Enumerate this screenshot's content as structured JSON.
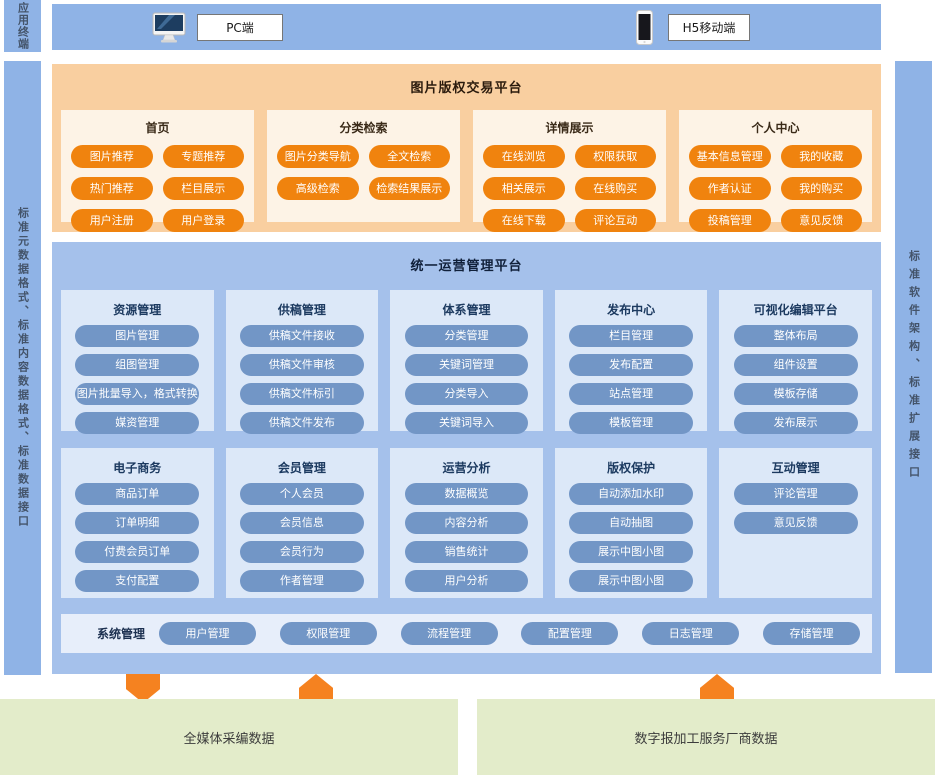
{
  "colors": {
    "bar_blue": "#8fb3e6",
    "trade_panel_bg": "#f9cfa0",
    "trade_column_bg": "#fdf3e6",
    "trade_node": "#f0830e",
    "ops_panel_bg": "#a5c1eb",
    "ops_column_bg": "#dce8f8",
    "ops_node": "#7296c6",
    "system_row_bg": "#e7eefa",
    "source_green": "#e3ecca",
    "arrow_orange": "#f58220"
  },
  "icons": {
    "pc": "desktop-monitor-icon",
    "mobile": "smartphone-icon",
    "flow_down": "down-arrow-icon",
    "flow_up": "up-arrow-icon"
  },
  "sidebars": {
    "app_terminal": "应用终端",
    "left_standard": "标准元数据格式、标准内容数据格式、标准数据接口",
    "right_standard": "标准软件架构、标准扩展接口"
  },
  "top_bar": {
    "pc": {
      "label": "PC端"
    },
    "mobile": {
      "label": "H5移动端"
    }
  },
  "trade_platform": {
    "title": "图片版权交易平台",
    "columns": [
      {
        "header": "首页",
        "items": [
          "图片推荐",
          "专题推荐",
          "热门推荐",
          "栏目展示",
          "用户注册",
          "用户登录"
        ]
      },
      {
        "header": "分类检索",
        "items": [
          "图片分类导航",
          "全文检索",
          "高级检索",
          "检索结果展示"
        ]
      },
      {
        "header": "详情展示",
        "items": [
          "在线浏览",
          "权限获取",
          "相关展示",
          "在线购买",
          "在线下载",
          "评论互动"
        ]
      },
      {
        "header": "个人中心",
        "items": [
          "基本信息管理",
          "我的收藏",
          "作者认证",
          "我的购买",
          "投稿管理",
          "意见反馈"
        ]
      }
    ]
  },
  "ops_platform": {
    "title": "统一运营管理平台",
    "row1": [
      {
        "header": "资源管理",
        "items": [
          "图片管理",
          "组图管理",
          "图片批量导入，格式转换",
          "媒资管理"
        ]
      },
      {
        "header": "供稿管理",
        "items": [
          "供稿文件接收",
          "供稿文件审核",
          "供稿文件标引",
          "供稿文件发布"
        ]
      },
      {
        "header": "体系管理",
        "items": [
          "分类管理",
          "关键词管理",
          "分类导入",
          "关键词导入"
        ]
      },
      {
        "header": "发布中心",
        "items": [
          "栏目管理",
          "发布配置",
          "站点管理",
          "模板管理"
        ]
      },
      {
        "header": "可视化编辑平台",
        "items": [
          "整体布局",
          "组件设置",
          "模板存储",
          "发布展示"
        ]
      }
    ],
    "row2": [
      {
        "header": "电子商务",
        "items": [
          "商品订单",
          "订单明细",
          "付费会员订单",
          "支付配置"
        ]
      },
      {
        "header": "会员管理",
        "items": [
          "个人会员",
          "会员信息",
          "会员行为",
          "作者管理"
        ]
      },
      {
        "header": "运营分析",
        "items": [
          "数据概览",
          "内容分析",
          "销售统计",
          "用户分析"
        ]
      },
      {
        "header": "版权保护",
        "items": [
          "自动添加水印",
          "自动抽图",
          "展示中图小图",
          "展示中图小图"
        ]
      },
      {
        "header": "互动管理",
        "items": [
          "评论管理",
          "意见反馈"
        ]
      }
    ],
    "system_row": {
      "label": "系统管理",
      "items": [
        "用户管理",
        "权限管理",
        "流程管理",
        "配置管理",
        "日志管理",
        "存储管理"
      ]
    }
  },
  "data_sources": {
    "left": "全媒体采编数据",
    "right": "数字报加工服务厂商数据"
  }
}
